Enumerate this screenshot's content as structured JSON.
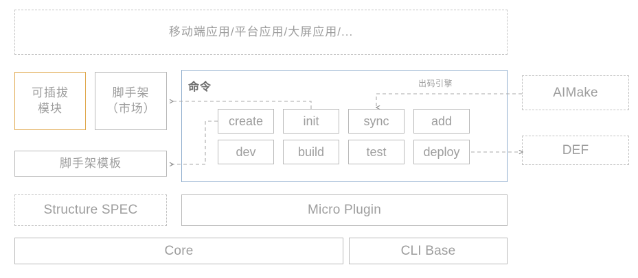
{
  "diagram": {
    "title_layer": {
      "label": "移动端应用/平台应用/大屏应用/..."
    },
    "left_column": [
      {
        "name": "pluggable-module",
        "label": "可插拔模块",
        "style": "gold"
      },
      {
        "name": "scaffold-market",
        "label": "脚手架（市场）",
        "style": "solid"
      },
      {
        "name": "scaffold-template",
        "label": "脚手架模板",
        "style": "solid"
      },
      {
        "name": "structure-spec",
        "label": "Structure SPEC",
        "style": "dashed"
      }
    ],
    "command_panel": {
      "title": "命令",
      "engine_note": "出码引擎",
      "commands_row1": [
        "create",
        "init",
        "sync",
        "add"
      ],
      "commands_row2": [
        "dev",
        "build",
        "test",
        "deploy"
      ]
    },
    "right_column": [
      {
        "name": "aimake",
        "label": "AIMake",
        "style": "dashed"
      },
      {
        "name": "def",
        "label": "DEF",
        "style": "dashed"
      }
    ],
    "platform_layer": [
      {
        "name": "micro-plugin",
        "label": "Micro Plugin",
        "style": "solid"
      }
    ],
    "base_layer": [
      {
        "name": "core",
        "label": "Core",
        "style": "solid"
      },
      {
        "name": "cli-base",
        "label": "CLI Base",
        "style": "solid"
      }
    ],
    "colors": {
      "accent_gold": "#e0a94f",
      "accent_blue": "#8fadcd",
      "border_gray": "#b9b9b9",
      "text_gray": "#9d9d9d",
      "title_gray": "#6d6d6d"
    }
  }
}
